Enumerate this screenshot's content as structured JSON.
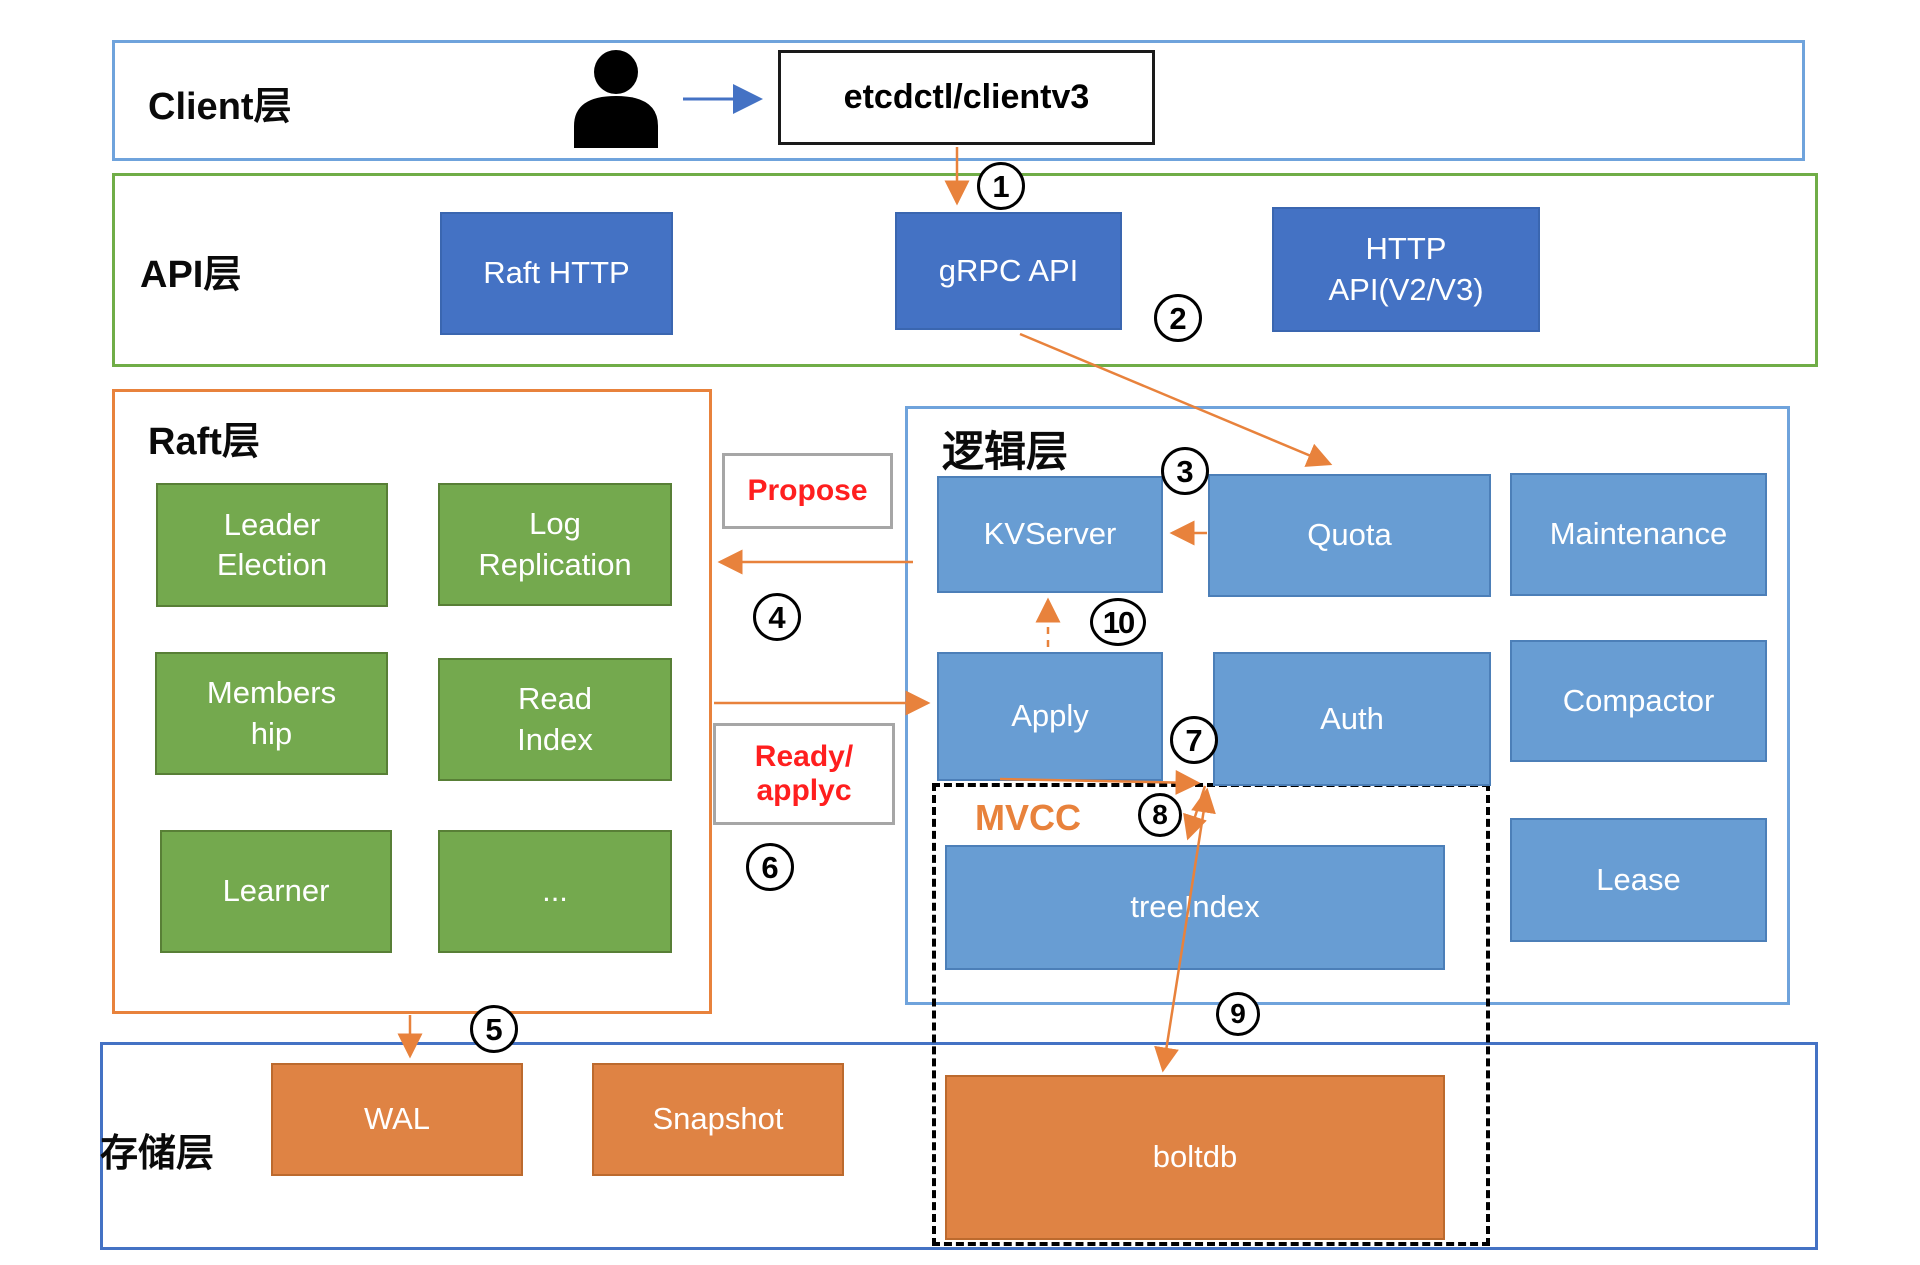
{
  "layers": {
    "client": {
      "label": "Client层"
    },
    "api": {
      "label": "API层"
    },
    "raft": {
      "label": "Raft层"
    },
    "logic": {
      "label": "逻辑层"
    },
    "storage": {
      "label": "存储层"
    },
    "mvcc": {
      "label": "MVCC"
    }
  },
  "client": {
    "entry_box": "etcdctl/clientv3"
  },
  "api": {
    "raft_http": "Raft HTTP",
    "grpc_api": "gRPC API",
    "http_api": "HTTP\nAPI(V2/V3)"
  },
  "raft": {
    "leader_election": "Leader\nElection",
    "log_replication": "Log\nReplication",
    "membership": "Members\nhip",
    "read_index": "Read\nIndex",
    "learner": "Learner",
    "more": "..."
  },
  "logic": {
    "kvserver": "KVServer",
    "quota": "Quota",
    "maintenance": "Maintenance",
    "apply": "Apply",
    "auth": "Auth",
    "compactor": "Compactor",
    "lease": "Lease",
    "tree_index": "treeIndex"
  },
  "storage": {
    "wal": "WAL",
    "snapshot": "Snapshot",
    "boltdb": "boltdb"
  },
  "annotations": {
    "propose": "Propose",
    "ready_applyc": "Ready/\napplyc"
  },
  "steps": {
    "s1": "1",
    "s2": "2",
    "s3": "3",
    "s4": "4",
    "s5": "5",
    "s6": "6",
    "s7": "7",
    "s8": "8",
    "s9": "9",
    "s10": "10"
  },
  "colors": {
    "layer_client_border": "#6FA3DC",
    "layer_api_border": "#70AD47",
    "layer_raft_border": "#E8823C",
    "layer_logic_border": "#6FA3DC",
    "layer_storage_border": "#4472C4",
    "api_box_fill": "#4472C4",
    "logic_box_fill": "#689DD3",
    "raft_box_fill": "#74A94E",
    "storage_box_fill": "#DF8344",
    "arrow": "#E8823C",
    "client_arrow": "#4472C4",
    "annotation_text": "#FF1F1F",
    "mvcc_label": "#E8823C"
  }
}
